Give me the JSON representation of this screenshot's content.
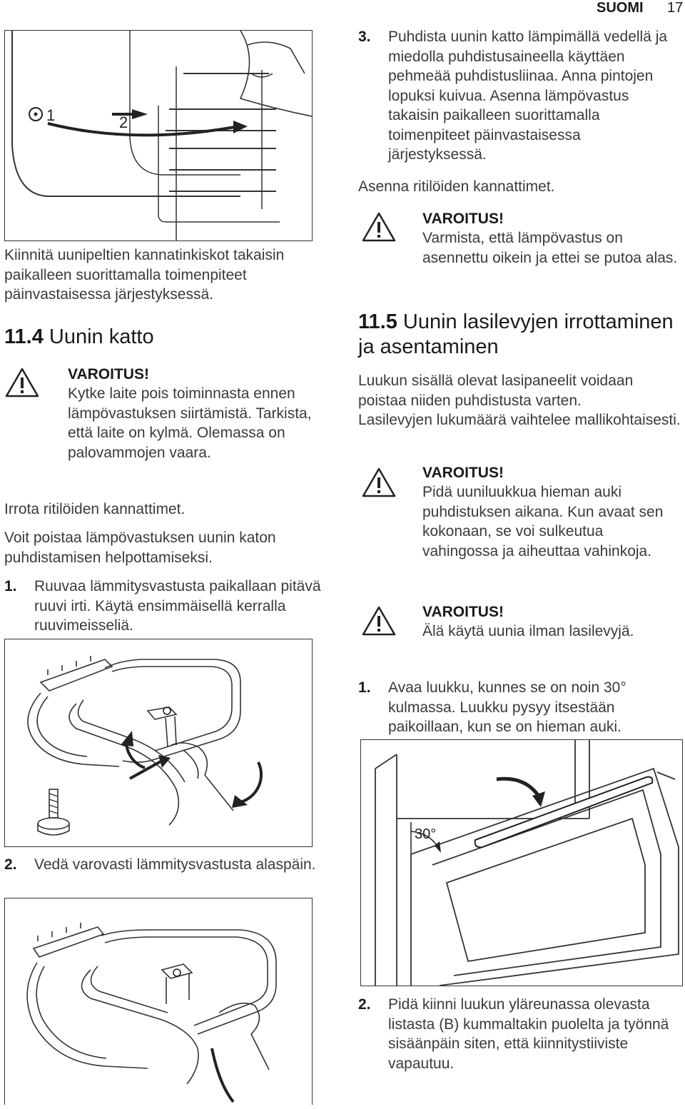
{
  "header": {
    "section": "SUOMI",
    "page": "17"
  },
  "left": {
    "fig1_labels": [
      "1",
      "2"
    ],
    "para_reinstall": "Kiinnitä uunipeltien kannatinkiskot takaisin paikalleen suorittamalla toimenpiteet päinvastaisessa järjestyksessä.",
    "section_num": "11.4",
    "section_title": "Uunin katto",
    "warning": {
      "title": "VAROITUS!",
      "body": "Kytke laite pois toiminnasta ennen lämpövastuksen siirtämistä. Tarkista, että laite on kylmä. Olemassa on palovammojen vaara."
    },
    "para_remove_supports": "Irrota ritilöiden kannattimet.",
    "para_remove_element": "Voit poistaa lämpövastuksen uunin katon puhdistamisen helpottamiseksi.",
    "step1": {
      "num": "1.",
      "text": "Ruuvaa lämmitysvastusta paikallaan pitävä ruuvi irti. Käytä ensimmäisellä kerralla ruuvimeisseliä."
    },
    "step2": {
      "num": "2.",
      "text": "Vedä varovasti lämmitysvastusta alaspäin."
    }
  },
  "right": {
    "step3": {
      "num": "3.",
      "text": "Puhdista uunin katto lämpimällä vedellä ja miedolla puhdistusaineella käyttäen pehmeää puhdistusliinaa. Anna pintojen lopuksi kuivua. Asenna lämpövastus takaisin paikalleen suorittamalla toimenpiteet päinvastaisessa järjestyksessä."
    },
    "para_install_supports": "Asenna ritilöiden kannattimet.",
    "warning1": {
      "title": "VAROITUS!",
      "body": "Varmista, että lämpövastus on asennettu oikein ja ettei se putoa alas."
    },
    "section_num": "11.5",
    "section_title": "Uunin lasilevyjen irrottaminen ja asentaminen",
    "para_glass1": "Luukun sisällä olevat lasipaneelit voidaan poistaa niiden puhdistusta varten.",
    "para_glass2": "Lasilevyjen lukumäärä vaihtelee mallikohtaisesti.",
    "warning2": {
      "title": "VAROITUS!",
      "body": "Pidä uuniluukkua hieman auki puhdistuksen aikana. Kun avaat sen kokonaan, se voi sulkeutua vahingossa ja aiheuttaa vahinkoja."
    },
    "warning3": {
      "title": "VAROITUS!",
      "body": "Älä käytä uunia ilman lasilevyjä."
    },
    "step1": {
      "num": "1.",
      "text": "Avaa luukku, kunnes se on noin 30° kulmassa. Luukku pysyy itsestään paikoillaan, kun se on hieman auki."
    },
    "door_angle_label": "30°",
    "step2": {
      "num": "2.",
      "text": "Pidä kiinni luukun yläreunassa olevasta listasta (B) kummaltakin puolelta ja työnnä sisäänpäin siten, että kiinnitystiiviste vapautuu."
    }
  }
}
